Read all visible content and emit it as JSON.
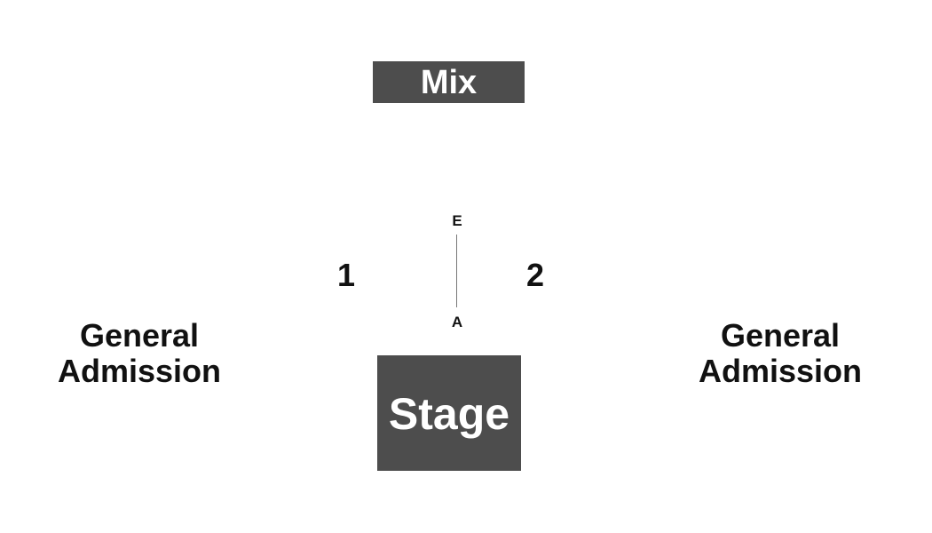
{
  "map": {
    "mix_label": "Mix",
    "stage_label": "Stage",
    "sections": [
      {
        "label": "1"
      },
      {
        "label": "2"
      }
    ],
    "rows": {
      "first": "E",
      "last": "A"
    },
    "general_admission": {
      "left": {
        "line1": "General",
        "line2": "Admission"
      },
      "right": {
        "line1": "General",
        "line2": "Admission"
      }
    }
  },
  "colors": {
    "block_fill": "#4d4d4d",
    "block_text": "#ffffff",
    "label_text": "#111111",
    "background": "#ffffff"
  }
}
